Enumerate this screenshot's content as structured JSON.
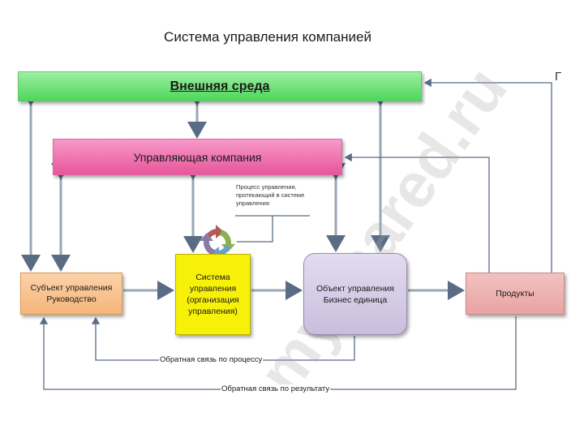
{
  "title": "Система управления компанией",
  "corner_mark": "Г",
  "watermark": "myshared.ru",
  "boxes": {
    "environment": "Внешняя среда",
    "management_company": "Управляющая компания",
    "subject": "Субъект управления Руководство",
    "system": "Система управления (организация управления)",
    "object": "Объект управления Бизнес единица",
    "products": "Продукты"
  },
  "note": "Процесс управления, протекающий в системе управления",
  "feedback": {
    "process": "Обратная связь по процессу",
    "result": "Обратная связь по результату"
  },
  "colors": {
    "environment": "#4ed65c",
    "management_company": "#e8559b",
    "subject": "#f5b57a",
    "system": "#f7f10a",
    "object": "#c9bedd",
    "products": "#e9a3a3",
    "arrows": "#9aa6b5"
  }
}
